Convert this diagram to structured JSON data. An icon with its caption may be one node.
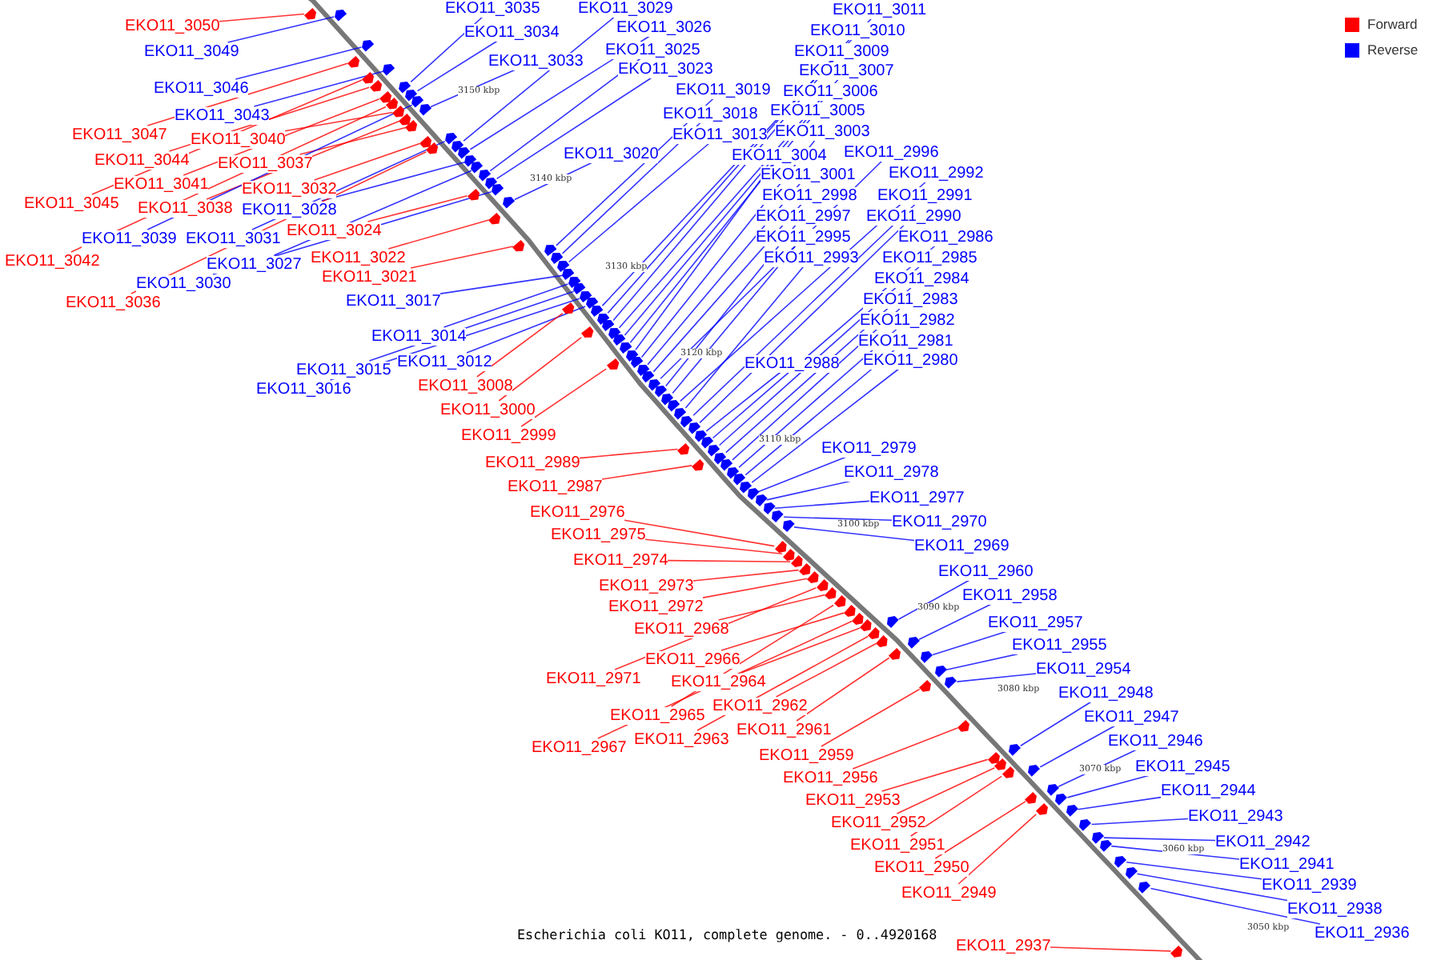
{
  "diagram": {
    "caption": "Escherichia coli KO11, complete genome. - 0..4920168",
    "nodes": [
      {
        "text": [
          "EKO11_3050"
        ]
      },
      {
        "text": [
          "EKO11_3049"
        ]
      },
      {
        "text": [
          "EKO11_3046"
        ]
      },
      {
        "text": [
          "EKO11_3043"
        ]
      },
      {
        "text": [
          "EKO11_3047"
        ]
      },
      {
        "text": [
          "EKO11_3040"
        ]
      },
      {
        "text": [
          "EKO11_3044"
        ]
      },
      {
        "text": [
          "EKO11_3037"
        ]
      },
      {
        "text": [
          "EKO11_3041"
        ]
      },
      {
        "text": [
          "EKO11_3032"
        ]
      },
      {
        "text": [
          "EKO11_3045"
        ]
      },
      {
        "text": [
          "EKO11_3038"
        ]
      },
      {
        "text": [
          "EKO11_3028"
        ]
      },
      {
        "text": [
          "EKO11_3024"
        ]
      },
      {
        "text": [
          "EKO11_3039"
        ]
      },
      {
        "text": [
          "EKO11_3031"
        ]
      },
      {
        "text": [
          "EKO11_3042"
        ]
      },
      {
        "text": [
          "EKO11_3022"
        ]
      },
      {
        "text": [
          "EKO11_3027"
        ]
      },
      {
        "text": [
          "EKO11_3030"
        ]
      },
      {
        "text": [
          "EKO11_3021"
        ]
      },
      {
        "text": [
          "EKO11_3036"
        ]
      },
      {
        "text": [
          "EKO11_3017"
        ]
      },
      {
        "text": [
          "EKO11_3014"
        ]
      },
      {
        "text": [
          "EKO11_3012"
        ]
      },
      {
        "text": [
          "EKO11_3015"
        ]
      },
      {
        "text": [
          "EKO11_3008"
        ]
      },
      {
        "text": [
          "EKO11_3016"
        ]
      },
      {
        "text": [
          "EKO11_3000"
        ]
      },
      {
        "text": [
          "EKO11_2999"
        ]
      },
      {
        "text": [
          "EKO11_2989"
        ]
      },
      {
        "text": [
          "EKO11_2987"
        ]
      },
      {
        "text": [
          "EKO11_2976"
        ]
      },
      {
        "text": [
          "EKO11_2975"
        ]
      },
      {
        "text": [
          "EKO11_2974"
        ]
      },
      {
        "text": [
          "EKO11_2973"
        ]
      },
      {
        "text": [
          "EKO11_2972"
        ]
      },
      {
        "text": [
          "EKO11_2968"
        ]
      },
      {
        "text": [
          "EKO11_2966"
        ]
      },
      {
        "text": [
          "EKO11_2971"
        ]
      },
      {
        "text": [
          "EKO11_2964"
        ]
      },
      {
        "text": [
          "EKO11_2962"
        ]
      },
      {
        "text": [
          "EKO11_2965"
        ]
      },
      {
        "text": [
          "EKO11_2961"
        ]
      },
      {
        "text": [
          "EKO11_2963"
        ]
      },
      {
        "text": [
          "EKO11_2967"
        ]
      },
      {
        "text": [
          "EKO11_2959"
        ]
      },
      {
        "text": [
          "EKO11_2956"
        ]
      },
      {
        "text": [
          "EKO11_2953"
        ]
      },
      {
        "text": [
          "EKO11_2952"
        ]
      },
      {
        "text": [
          "EKO11_2951"
        ]
      },
      {
        "text": [
          "EKO11_2950"
        ]
      },
      {
        "text": [
          "EKO11_2949"
        ]
      },
      {
        "text": [
          "EKO11_2937"
        ]
      },
      {
        "text": [
          "EKO11_3035"
        ]
      },
      {
        "text": [
          "EKO11_3029"
        ]
      },
      {
        "text": [
          "EKO11_3011"
        ]
      },
      {
        "text": [
          "EKO11_3026"
        ]
      },
      {
        "text": [
          "EKO11_3010"
        ]
      },
      {
        "text": [
          "EKO11_3034"
        ]
      },
      {
        "text": [
          "EKO11_3025"
        ]
      },
      {
        "text": [
          "EKO11_3009"
        ]
      },
      {
        "text": [
          "EKO11_3033"
        ]
      },
      {
        "text": [
          "EKO11_3023"
        ]
      },
      {
        "text": [
          "EKO11_3007"
        ]
      },
      {
        "text": [
          "EKO11_3019"
        ]
      },
      {
        "text": [
          "EKO11_3006"
        ]
      },
      {
        "text": [
          "EKO11_3005"
        ]
      },
      {
        "text": [
          "EKO11_3018"
        ]
      },
      {
        "text": [
          "EKO11_3013"
        ]
      },
      {
        "text": [
          "EKO11_3003"
        ]
      },
      {
        "text": [
          "EKO11_2996"
        ]
      },
      {
        "text": [
          "EKO11_3020"
        ]
      },
      {
        "text": [
          "EKO11_3004"
        ]
      },
      {
        "text": [
          "EKO11_2992"
        ]
      },
      {
        "text": [
          "EKO11_3001"
        ]
      },
      {
        "text": [
          "EKO11_2998"
        ]
      },
      {
        "text": [
          "EKO11_2991"
        ]
      },
      {
        "text": [
          "EKO11_2997"
        ]
      },
      {
        "text": [
          "EKO11_2990"
        ]
      },
      {
        "text": [
          "EKO11_2995"
        ]
      },
      {
        "text": [
          "EKO11_2986"
        ]
      },
      {
        "text": [
          "EKO11_2993"
        ]
      },
      {
        "text": [
          "EKO11_2985"
        ]
      },
      {
        "text": [
          "EKO11_2984"
        ]
      },
      {
        "text": [
          "EKO11_2983"
        ]
      },
      {
        "text": [
          "EKO11_2982"
        ]
      },
      {
        "text": [
          "EKO11_2981"
        ]
      },
      {
        "text": [
          "EKO11_2980"
        ]
      },
      {
        "text": [
          "EKO11_2988"
        ]
      },
      {
        "text": [
          "EKO11_2979"
        ]
      },
      {
        "text": [
          "EKO11_2978"
        ]
      },
      {
        "text": [
          "EKO11_2977"
        ]
      },
      {
        "text": [
          "EKO11_2970"
        ]
      },
      {
        "text": [
          "EKO11_2969"
        ]
      },
      {
        "text": [
          "EKO11_2960"
        ]
      },
      {
        "text": [
          "EKO11_2958"
        ]
      },
      {
        "text": [
          "EKO11_2957"
        ]
      },
      {
        "text": [
          "EKO11_2955"
        ]
      },
      {
        "text": [
          "EKO11_2954"
        ]
      },
      {
        "text": [
          "EKO11_2948"
        ]
      },
      {
        "text": [
          "EKO11_2947"
        ]
      },
      {
        "text": [
          "EKO11_2946"
        ]
      },
      {
        "text": [
          "EKO11_2945"
        ]
      },
      {
        "text": [
          "EKO11_2944"
        ]
      },
      {
        "text": [
          "EKO11_2943"
        ]
      },
      {
        "text": [
          "EKO11_2942"
        ]
      },
      {
        "text": [
          "EKO11_2941"
        ]
      },
      {
        "text": [
          "EKO11_2939"
        ]
      },
      {
        "text": [
          "EKO11_2938"
        ]
      },
      {
        "text": [
          "EKO11_2936"
        ]
      },
      {
        "text": [],
        "shape": "arrow"
      },
      {
        "text": [],
        "shape": "arrow"
      },
      {
        "text": [],
        "shape": "arrow"
      },
      {
        "text": [],
        "shape": "arrow"
      },
      {
        "text": [],
        "shape": "arrow"
      },
      {
        "text": [],
        "shape": "arrow"
      },
      {
        "text": [],
        "shape": "arrow"
      },
      {
        "text": [],
        "shape": "arrow"
      },
      {
        "text": [],
        "shape": "arrow"
      },
      {
        "text": [],
        "shape": "arrow"
      },
      {
        "text": [],
        "shape": "arrow"
      },
      {
        "text": [],
        "shape": "arrow"
      },
      {
        "text": [],
        "shape": "arrow"
      },
      {
        "text": [],
        "shape": "arrow"
      },
      {
        "text": [],
        "shape": "arrow"
      },
      {
        "text": [],
        "shape": "arrow"
      },
      {
        "text": [],
        "shape": "arrow"
      },
      {
        "text": [],
        "shape": "arrow"
      },
      {
        "text": [],
        "shape": "arrow"
      },
      {
        "text": [],
        "shape": "arrow"
      },
      {
        "text": [],
        "shape": "arrow"
      },
      {
        "text": [],
        "shape": "arrow"
      },
      {
        "text": [],
        "shape": "arrow"
      },
      {
        "text": [],
        "shape": "arrow"
      },
      {
        "text": [],
        "shape": "arrow"
      },
      {
        "text": [],
        "shape": "arrow"
      },
      {
        "text": [],
        "shape": "arrow"
      },
      {
        "text": [],
        "shape": "arrow"
      },
      {
        "text": [],
        "shape": "arrow"
      },
      {
        "text": [],
        "shape": "arrow"
      },
      {
        "text": [],
        "shape": "arrow"
      },
      {
        "text": [],
        "shape": "arrow"
      },
      {
        "text": [],
        "shape": "arrow"
      },
      {
        "text": [],
        "shape": "arrow"
      },
      {
        "text": [],
        "shape": "arrow"
      },
      {
        "text": [],
        "shape": "arrow"
      },
      {
        "text": [],
        "shape": "arrow"
      },
      {
        "text": [],
        "shape": "arrow"
      },
      {
        "text": [],
        "shape": "arrow"
      },
      {
        "text": [],
        "shape": "arrow"
      },
      {
        "text": [],
        "shape": "arrow"
      },
      {
        "text": [],
        "shape": "arrow"
      },
      {
        "text": [],
        "shape": "arrow"
      },
      {
        "text": [],
        "shape": "arrow"
      },
      {
        "text": [],
        "shape": "arrow"
      },
      {
        "text": [],
        "shape": "arrow"
      },
      {
        "text": [],
        "shape": "arrow"
      },
      {
        "text": [],
        "shape": "arrow"
      },
      {
        "text": [],
        "shape": "arrow"
      },
      {
        "text": [],
        "shape": "arrow"
      },
      {
        "text": [],
        "shape": "arrow"
      },
      {
        "text": [],
        "shape": "arrow"
      },
      {
        "text": [],
        "shape": "arrow"
      },
      {
        "text": [],
        "shape": "arrow"
      },
      {
        "text": [],
        "shape": "arrow"
      },
      {
        "text": [],
        "shape": "arrow"
      },
      {
        "text": [],
        "shape": "arrow"
      },
      {
        "text": [],
        "shape": "arrow"
      },
      {
        "text": [],
        "shape": "arrow"
      },
      {
        "text": [],
        "shape": "arrow"
      },
      {
        "text": [],
        "shape": "arrow"
      },
      {
        "text": [],
        "shape": "arrow"
      },
      {
        "text": [],
        "shape": "arrow"
      },
      {
        "text": [],
        "shape": "arrow"
      },
      {
        "text": [],
        "shape": "arrow"
      },
      {
        "text": [],
        "shape": "arrow"
      },
      {
        "text": [],
        "shape": "arrow"
      },
      {
        "text": [],
        "shape": "arrow"
      },
      {
        "text": [],
        "shape": "arrow"
      },
      {
        "text": [],
        "shape": "arrow"
      },
      {
        "text": [],
        "shape": "arrow"
      },
      {
        "text": [],
        "shape": "arrow"
      },
      {
        "text": [],
        "shape": "arrow"
      },
      {
        "text": [],
        "shape": "arrow"
      },
      {
        "text": [],
        "shape": "arrow"
      },
      {
        "text": [],
        "shape": "arrow"
      },
      {
        "text": [],
        "shape": "arrow"
      },
      {
        "text": [],
        "shape": "arrow"
      },
      {
        "text": [],
        "shape": "arrow"
      },
      {
        "text": [],
        "shape": "arrow"
      },
      {
        "text": [],
        "shape": "arrow"
      },
      {
        "text": [],
        "shape": "arrow"
      },
      {
        "text": [],
        "shape": "arrow"
      },
      {
        "text": [],
        "shape": "arrow"
      },
      {
        "text": [],
        "shape": "arrow"
      },
      {
        "text": [],
        "shape": "arrow"
      },
      {
        "text": [],
        "shape": "arrow"
      },
      {
        "text": [],
        "shape": "arrow"
      },
      {
        "text": [],
        "shape": "arrow"
      },
      {
        "text": [],
        "shape": "arrow"
      },
      {
        "text": [],
        "shape": "arrow"
      },
      {
        "text": [],
        "shape": "arrow"
      },
      {
        "text": [],
        "shape": "arrow"
      },
      {
        "text": [],
        "shape": "arrow"
      },
      {
        "text": [],
        "shape": "arrow"
      },
      {
        "text": [],
        "shape": "arrow"
      },
      {
        "text": [],
        "shape": "arrow"
      },
      {
        "text": [],
        "shape": "arrow"
      },
      {
        "text": [],
        "shape": "arrow"
      },
      {
        "text": [],
        "shape": "arrow"
      },
      {
        "text": [],
        "shape": "arrow"
      },
      {
        "text": [],
        "shape": "arrow"
      },
      {
        "text": [],
        "shape": "arrow"
      },
      {
        "text": [],
        "shape": "arrow"
      },
      {
        "text": [],
        "shape": "arrow"
      },
      {
        "text": [],
        "shape": "arrow"
      },
      {
        "text": [],
        "shape": "arrow"
      },
      {
        "text": [],
        "shape": "arrow"
      },
      {
        "text": [],
        "shape": "arrow"
      },
      {
        "text": [],
        "shape": "arrow"
      },
      {
        "text": [],
        "shape": "arrow"
      }
    ],
    "edges": [
      {
        "from": 0,
        "to": 111,
        "arrow": "none",
        "color": "#ff0000"
      },
      {
        "from": 1,
        "to": 112,
        "arrow": "none",
        "color": "#0000ff"
      },
      {
        "from": 2,
        "to": 113,
        "arrow": "none",
        "color": "#0000ff"
      },
      {
        "from": 3,
        "to": 114,
        "arrow": "none",
        "color": "#0000ff"
      },
      {
        "from": 4,
        "to": 115,
        "arrow": "none",
        "color": "#ff0000"
      },
      {
        "from": 5,
        "to": 116,
        "arrow": "none",
        "color": "#ff0000"
      },
      {
        "from": 6,
        "to": 117,
        "arrow": "none",
        "color": "#ff0000"
      },
      {
        "from": 7,
        "to": 118,
        "arrow": "none",
        "color": "#ff0000"
      },
      {
        "from": 8,
        "to": 119,
        "arrow": "none",
        "color": "#ff0000"
      },
      {
        "from": 9,
        "to": 120,
        "arrow": "none",
        "color": "#ff0000"
      },
      {
        "from": 10,
        "to": 121,
        "arrow": "none",
        "color": "#ff0000"
      },
      {
        "from": 11,
        "to": 122,
        "arrow": "none",
        "color": "#ff0000"
      },
      {
        "from": 12,
        "to": 123,
        "arrow": "none",
        "color": "#0000ff"
      },
      {
        "from": 13,
        "to": 124,
        "arrow": "none",
        "color": "#ff0000"
      },
      {
        "from": 14,
        "to": 125,
        "arrow": "none",
        "color": "#0000ff"
      },
      {
        "from": 15,
        "to": 126,
        "arrow": "none",
        "color": "#0000ff"
      },
      {
        "from": 16,
        "to": 127,
        "arrow": "none",
        "color": "#ff0000"
      },
      {
        "from": 17,
        "to": 128,
        "arrow": "none",
        "color": "#ff0000"
      },
      {
        "from": 18,
        "to": 129,
        "arrow": "none",
        "color": "#0000ff"
      },
      {
        "from": 19,
        "to": 130,
        "arrow": "none",
        "color": "#0000ff"
      },
      {
        "from": 20,
        "to": 131,
        "arrow": "none",
        "color": "#ff0000"
      },
      {
        "from": 21,
        "to": 132,
        "arrow": "none",
        "color": "#ff0000"
      },
      {
        "from": 22,
        "to": 133,
        "arrow": "none",
        "color": "#0000ff"
      },
      {
        "from": 23,
        "to": 134,
        "arrow": "none",
        "color": "#0000ff"
      },
      {
        "from": 24,
        "to": 135,
        "arrow": "none",
        "color": "#0000ff"
      },
      {
        "from": 25,
        "to": 136,
        "arrow": "none",
        "color": "#0000ff"
      },
      {
        "from": 26,
        "to": 137,
        "arrow": "none",
        "color": "#ff0000"
      },
      {
        "from": 27,
        "to": 138,
        "arrow": "none",
        "color": "#0000ff"
      },
      {
        "from": 28,
        "to": 139,
        "arrow": "none",
        "color": "#ff0000"
      },
      {
        "from": 29,
        "to": 140,
        "arrow": "none",
        "color": "#ff0000"
      },
      {
        "from": 30,
        "to": 141,
        "arrow": "none",
        "color": "#ff0000"
      },
      {
        "from": 31,
        "to": 142,
        "arrow": "none",
        "color": "#ff0000"
      },
      {
        "from": 32,
        "to": 143,
        "arrow": "none",
        "color": "#ff0000"
      },
      {
        "from": 33,
        "to": 144,
        "arrow": "none",
        "color": "#ff0000"
      },
      {
        "from": 34,
        "to": 145,
        "arrow": "none",
        "color": "#ff0000"
      },
      {
        "from": 35,
        "to": 146,
        "arrow": "none",
        "color": "#ff0000"
      },
      {
        "from": 36,
        "to": 147,
        "arrow": "none",
        "color": "#ff0000"
      },
      {
        "from": 37,
        "to": 148,
        "arrow": "none",
        "color": "#ff0000"
      },
      {
        "from": 38,
        "to": 149,
        "arrow": "none",
        "color": "#ff0000"
      },
      {
        "from": 39,
        "to": 150,
        "arrow": "none",
        "color": "#ff0000"
      },
      {
        "from": 40,
        "to": 151,
        "arrow": "none",
        "color": "#ff0000"
      },
      {
        "from": 41,
        "to": 152,
        "arrow": "none",
        "color": "#ff0000"
      },
      {
        "from": 42,
        "to": 153,
        "arrow": "none",
        "color": "#ff0000"
      },
      {
        "from": 43,
        "to": 154,
        "arrow": "none",
        "color": "#ff0000"
      },
      {
        "from": 44,
        "to": 155,
        "arrow": "none",
        "color": "#ff0000"
      },
      {
        "from": 45,
        "to": 156,
        "arrow": "none",
        "color": "#ff0000"
      },
      {
        "from": 46,
        "to": 157,
        "arrow": "none",
        "color": "#ff0000"
      },
      {
        "from": 47,
        "to": 158,
        "arrow": "none",
        "color": "#ff0000"
      },
      {
        "from": 48,
        "to": 159,
        "arrow": "none",
        "color": "#ff0000"
      },
      {
        "from": 49,
        "to": 160,
        "arrow": "none",
        "color": "#ff0000"
      },
      {
        "from": 50,
        "to": 161,
        "arrow": "none",
        "color": "#ff0000"
      },
      {
        "from": 51,
        "to": 162,
        "arrow": "none",
        "color": "#ff0000"
      },
      {
        "from": 52,
        "to": 163,
        "arrow": "none",
        "color": "#ff0000"
      },
      {
        "from": 53,
        "to": 164,
        "arrow": "none",
        "color": "#ff0000"
      },
      {
        "from": 54,
        "to": 165,
        "arrow": "none",
        "color": "#0000ff"
      },
      {
        "from": 55,
        "to": 166,
        "arrow": "none",
        "color": "#0000ff"
      },
      {
        "from": 56,
        "to": 167,
        "arrow": "none",
        "color": "#0000ff"
      },
      {
        "from": 57,
        "to": 168,
        "arrow": "none",
        "color": "#0000ff"
      },
      {
        "from": 58,
        "to": 169,
        "arrow": "none",
        "color": "#0000ff"
      },
      {
        "from": 59,
        "to": 170,
        "arrow": "none",
        "color": "#0000ff"
      },
      {
        "from": 60,
        "to": 171,
        "arrow": "none",
        "color": "#0000ff"
      },
      {
        "from": 61,
        "to": 172,
        "arrow": "none",
        "color": "#0000ff"
      },
      {
        "from": 62,
        "to": 173,
        "arrow": "none",
        "color": "#0000ff"
      },
      {
        "from": 63,
        "to": 174,
        "arrow": "none",
        "color": "#0000ff"
      },
      {
        "from": 64,
        "to": 175,
        "arrow": "none",
        "color": "#0000ff"
      },
      {
        "from": 65,
        "to": 176,
        "arrow": "none",
        "color": "#0000ff"
      },
      {
        "from": 66,
        "to": 177,
        "arrow": "none",
        "color": "#0000ff"
      },
      {
        "from": 67,
        "to": 178,
        "arrow": "none",
        "color": "#0000ff"
      },
      {
        "from": 68,
        "to": 179,
        "arrow": "none",
        "color": "#0000ff"
      },
      {
        "from": 69,
        "to": 180,
        "arrow": "none",
        "color": "#0000ff"
      },
      {
        "from": 70,
        "to": 181,
        "arrow": "none",
        "color": "#0000ff"
      },
      {
        "from": 71,
        "to": 182,
        "arrow": "none",
        "color": "#0000ff"
      },
      {
        "from": 72,
        "to": 183,
        "arrow": "none",
        "color": "#0000ff"
      },
      {
        "from": 73,
        "to": 184,
        "arrow": "none",
        "color": "#0000ff"
      },
      {
        "from": 74,
        "to": 185,
        "arrow": "none",
        "color": "#0000ff"
      },
      {
        "from": 75,
        "to": 186,
        "arrow": "none",
        "color": "#0000ff"
      },
      {
        "from": 76,
        "to": 187,
        "arrow": "none",
        "color": "#0000ff"
      },
      {
        "from": 77,
        "to": 188,
        "arrow": "none",
        "color": "#0000ff"
      },
      {
        "from": 78,
        "to": 189,
        "arrow": "none",
        "color": "#0000ff"
      },
      {
        "from": 79,
        "to": 190,
        "arrow": "none",
        "color": "#0000ff"
      },
      {
        "from": 80,
        "to": 191,
        "arrow": "none",
        "color": "#0000ff"
      },
      {
        "from": 81,
        "to": 192,
        "arrow": "none",
        "color": "#0000ff"
      },
      {
        "from": 82,
        "to": 193,
        "arrow": "none",
        "color": "#0000ff"
      },
      {
        "from": 83,
        "to": 194,
        "arrow": "none",
        "color": "#0000ff"
      },
      {
        "from": 84,
        "to": 195,
        "arrow": "none",
        "color": "#0000ff"
      },
      {
        "from": 85,
        "to": 196,
        "arrow": "none",
        "color": "#0000ff"
      },
      {
        "from": 86,
        "to": 197,
        "arrow": "none",
        "color": "#0000ff"
      },
      {
        "from": 87,
        "to": 198,
        "arrow": "none",
        "color": "#0000ff"
      },
      {
        "from": 88,
        "to": 199,
        "arrow": "none",
        "color": "#0000ff"
      },
      {
        "from": 89,
        "to": 200,
        "arrow": "none",
        "color": "#0000ff"
      },
      {
        "from": 90,
        "to": 201,
        "arrow": "none",
        "color": "#0000ff"
      },
      {
        "from": 91,
        "to": 202,
        "arrow": "none",
        "color": "#0000ff"
      },
      {
        "from": 92,
        "to": 203,
        "arrow": "none",
        "color": "#0000ff"
      },
      {
        "from": 93,
        "to": 204,
        "arrow": "none",
        "color": "#0000ff"
      },
      {
        "from": 94,
        "to": 205,
        "arrow": "none",
        "color": "#0000ff"
      },
      {
        "from": 95,
        "to": 206,
        "arrow": "none",
        "color": "#0000ff"
      },
      {
        "from": 96,
        "to": 207,
        "arrow": "none",
        "color": "#0000ff"
      },
      {
        "from": 97,
        "to": 208,
        "arrow": "none",
        "color": "#0000ff"
      },
      {
        "from": 98,
        "to": 209,
        "arrow": "none",
        "color": "#0000ff"
      },
      {
        "from": 99,
        "to": 210,
        "arrow": "none",
        "color": "#0000ff"
      },
      {
        "from": 100,
        "to": 211,
        "arrow": "none",
        "color": "#0000ff"
      },
      {
        "from": 101,
        "to": 212,
        "arrow": "none",
        "color": "#0000ff"
      },
      {
        "from": 102,
        "to": 213,
        "arrow": "none",
        "color": "#0000ff"
      },
      {
        "from": 103,
        "to": 214,
        "arrow": "none",
        "color": "#0000ff"
      },
      {
        "from": 104,
        "to": 215,
        "arrow": "none",
        "color": "#0000ff"
      },
      {
        "from": 105,
        "to": 216,
        "arrow": "none",
        "color": "#0000ff"
      },
      {
        "from": 106,
        "to": 217,
        "arrow": "none",
        "color": "#0000ff"
      },
      {
        "from": 107,
        "to": 218,
        "arrow": "none",
        "color": "#0000ff"
      },
      {
        "from": 108,
        "to": 219,
        "arrow": "none",
        "color": "#0000ff"
      },
      {
        "from": 109,
        "to": 220,
        "arrow": "none",
        "color": "#0000ff"
      },
      {
        "from": 110,
        "to": 221,
        "arrow": "none",
        "color": "#0000ff"
      }
    ],
    "labels": [
      "3150 kbp",
      "3140 kbp",
      "3130 kbp",
      "3120 kbp",
      "3110 kbp",
      "3100 kbp",
      "3090 kbp",
      "3080 kbp",
      "3070 kbp",
      "3060 kbp",
      "3050 kbp"
    ],
    "legend": [
      {
        "text": "Forward",
        "color": "#ff0000"
      },
      {
        "text": "Reverse",
        "color": "#0000ff"
      }
    ]
  }
}
